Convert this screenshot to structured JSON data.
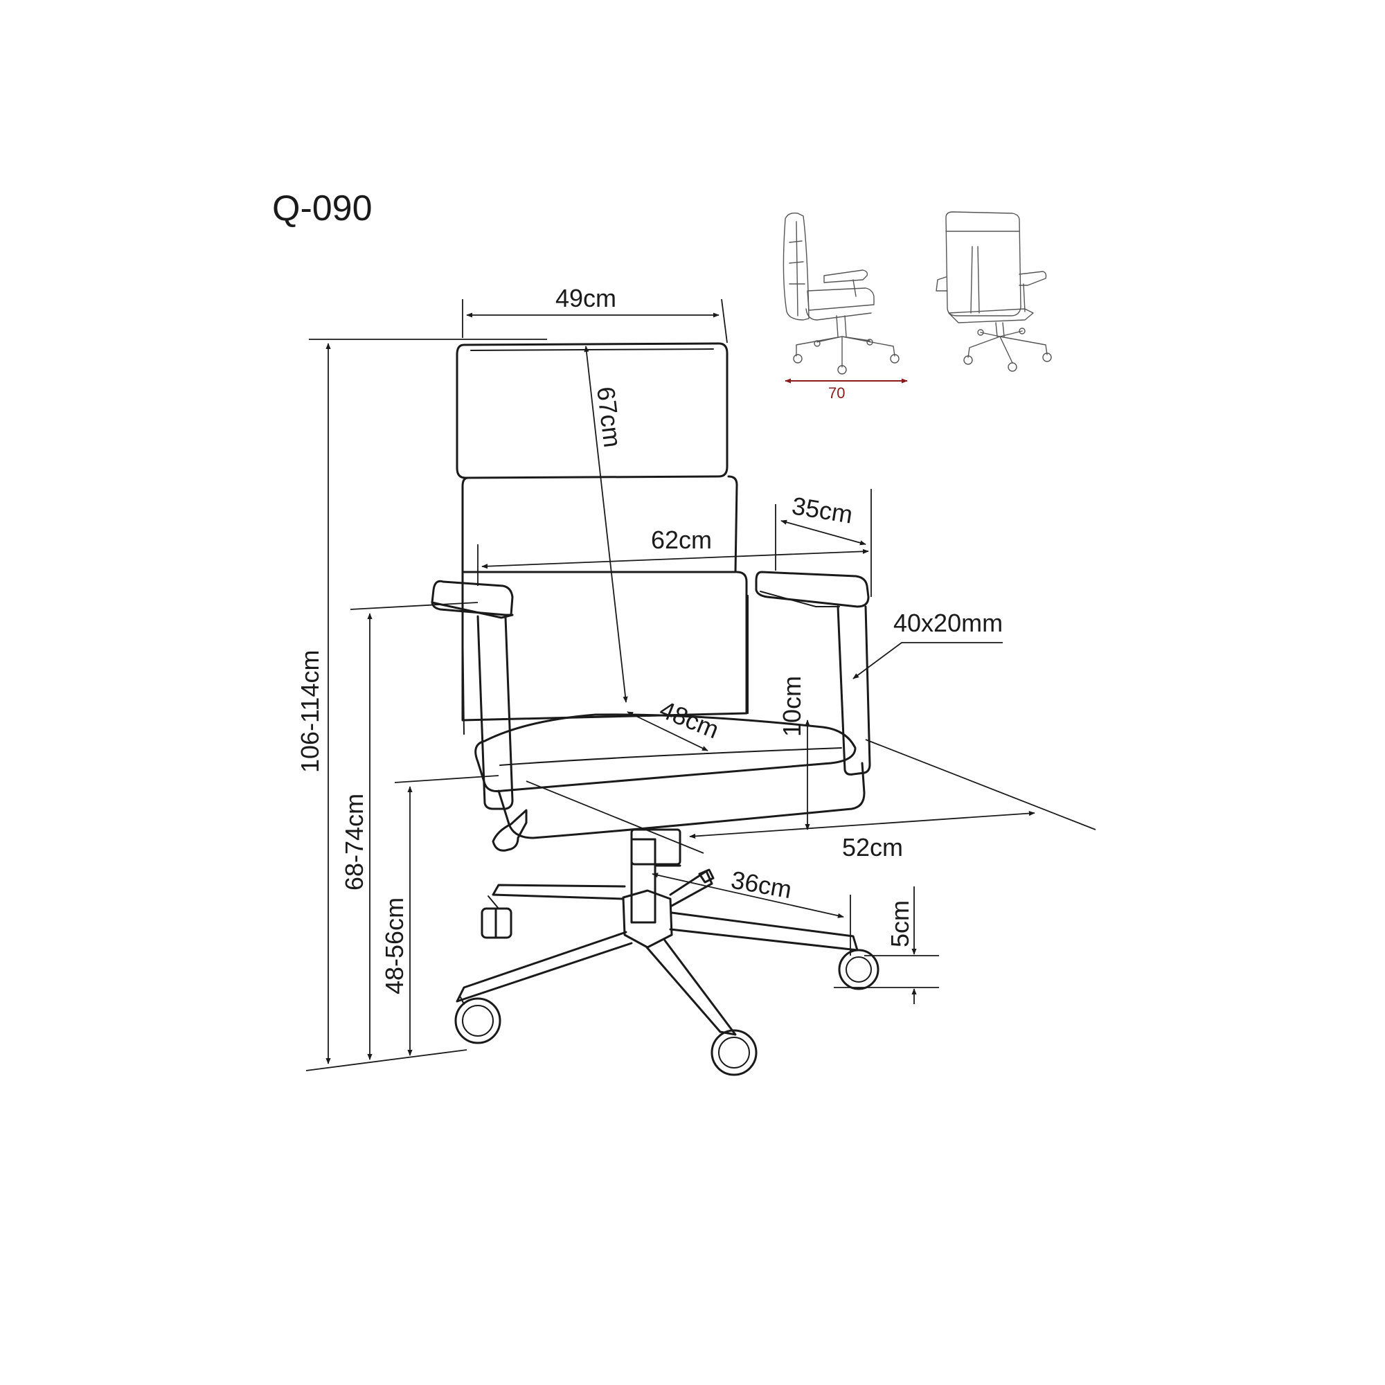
{
  "title": "Q-090",
  "colors": {
    "line": "#1a1a1a",
    "accent": "#8b1a1a",
    "background": "#ffffff"
  },
  "dimensions": {
    "backrest_width": "49cm",
    "backrest_height": "67cm",
    "overall_width": "62cm",
    "armrest_length": "35cm",
    "armrest_profile": "40x20mm",
    "seat_thickness": "10cm",
    "seat_depth": "48cm",
    "overall_depth": "52cm",
    "base_radius": "36cm",
    "caster_height": "5cm",
    "total_height": "106-114cm",
    "armrest_height": "68-74cm",
    "seat_height": "48-56cm"
  },
  "side_view": {
    "depth_label": "70"
  }
}
